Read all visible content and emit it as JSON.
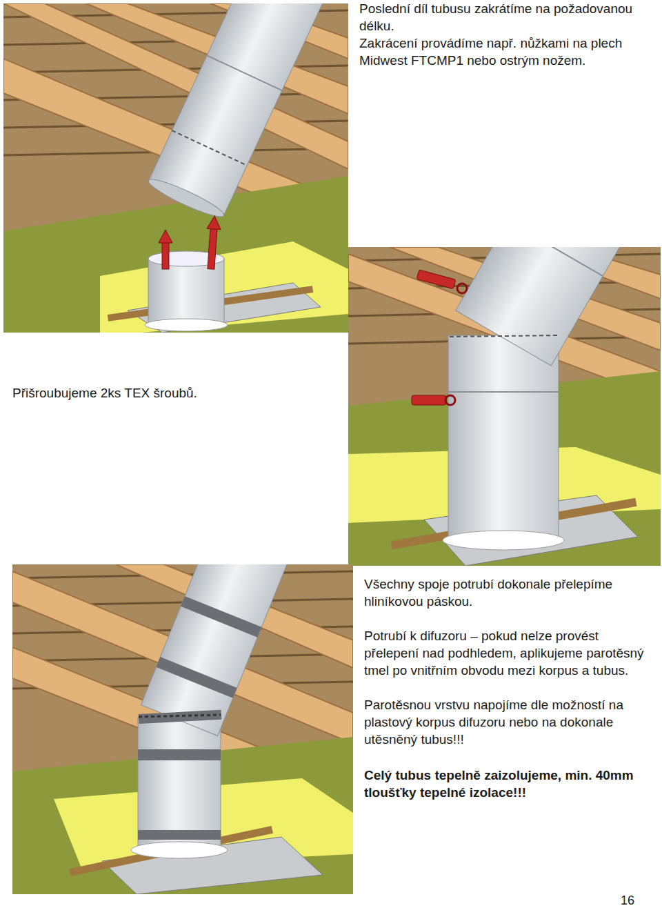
{
  "diagram": {
    "labels": [
      "Poslední díl tubusu zakrátíme na požadovanou délku.",
      "Zakrácení provádíme např. nůžkami na plech Midwest FTCMP1 nebo ostrým nožem.",
      "Přišroubujeme 2ks TEX šroubů.",
      "Všechny spoje potrubí dokonale přelepíme hliníkovou páskou.",
      "Potrubí k difuzoru – pokud nelze provést přelepení nad podhledem, aplikujeme parotěsný tmel po vnitřním obvodu mezi korpus a tubus.",
      "Parotěsnou vrstvu napojíme dle možností na plastový korpus difuzoru nebo na dokonale utěsněný tubus!!!",
      "Celý tubus tepelně zaizolujeme, min. 40mm tloušťky tepelné izolace!!!",
      "16"
    ]
  }
}
